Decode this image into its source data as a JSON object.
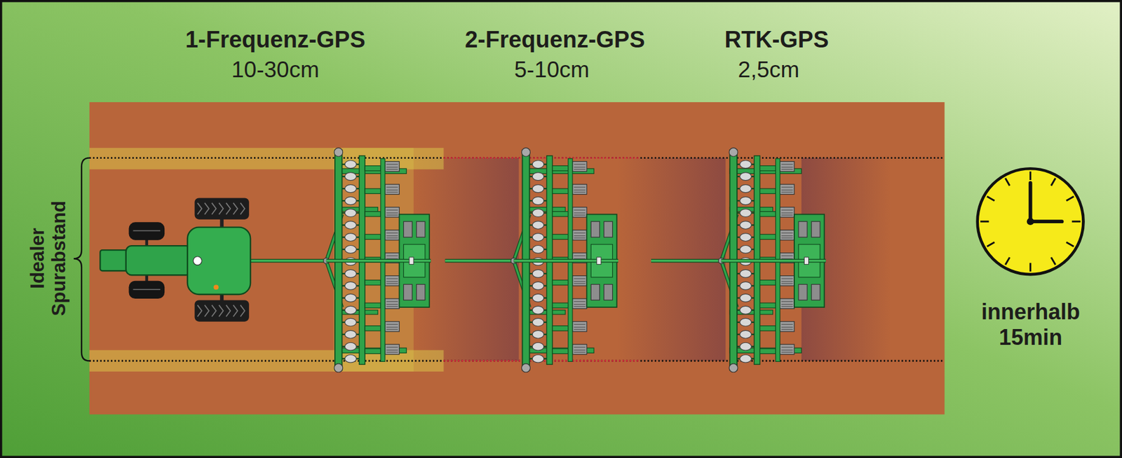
{
  "diagram": {
    "labels": [
      "1-Frequenz-GPS",
      "10-30cm",
      "2-Frequenz-GPS",
      "5-10cm",
      "RTK-GPS",
      "2,5cm",
      "Idealer Spurabstand",
      "innerhalb 15min"
    ]
  }
}
